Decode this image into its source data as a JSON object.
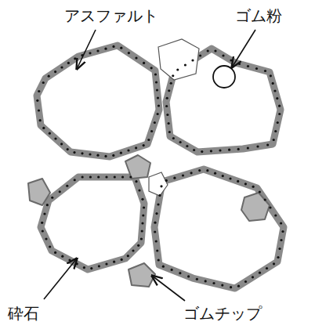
{
  "diagram": {
    "labels": [
      "アスファルト",
      "ゴム粉",
      "砕石",
      "ゴムチップ"
    ]
  }
}
